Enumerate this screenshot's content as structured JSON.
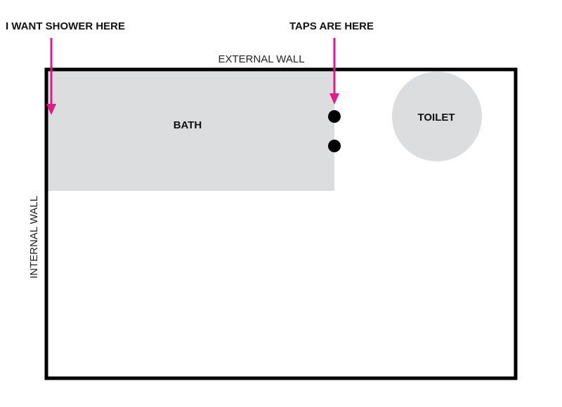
{
  "annotations": {
    "shower": "I WANT SHOWER HERE",
    "taps": "TAPS ARE HERE"
  },
  "walls": {
    "external": "EXTERNAL WALL",
    "internal": "INTERNAL WALL"
  },
  "fixtures": {
    "bath": "BATH",
    "toilet": "TOILET"
  },
  "colors": {
    "wall": "#000000",
    "fixture_fill": "#dcdddf",
    "arrow": "#e6198c",
    "tap": "#000000"
  }
}
